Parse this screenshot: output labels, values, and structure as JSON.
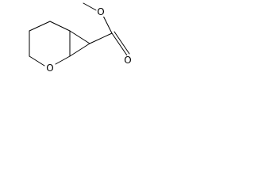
{
  "molecule": {
    "atoms": {
      "ring_oxygen": "O",
      "carbonyl_oxygen": "O",
      "ester_oxygen": "O"
    },
    "colors": {
      "bond": "#000000",
      "label": "#000000",
      "background": "#ffffff"
    }
  }
}
